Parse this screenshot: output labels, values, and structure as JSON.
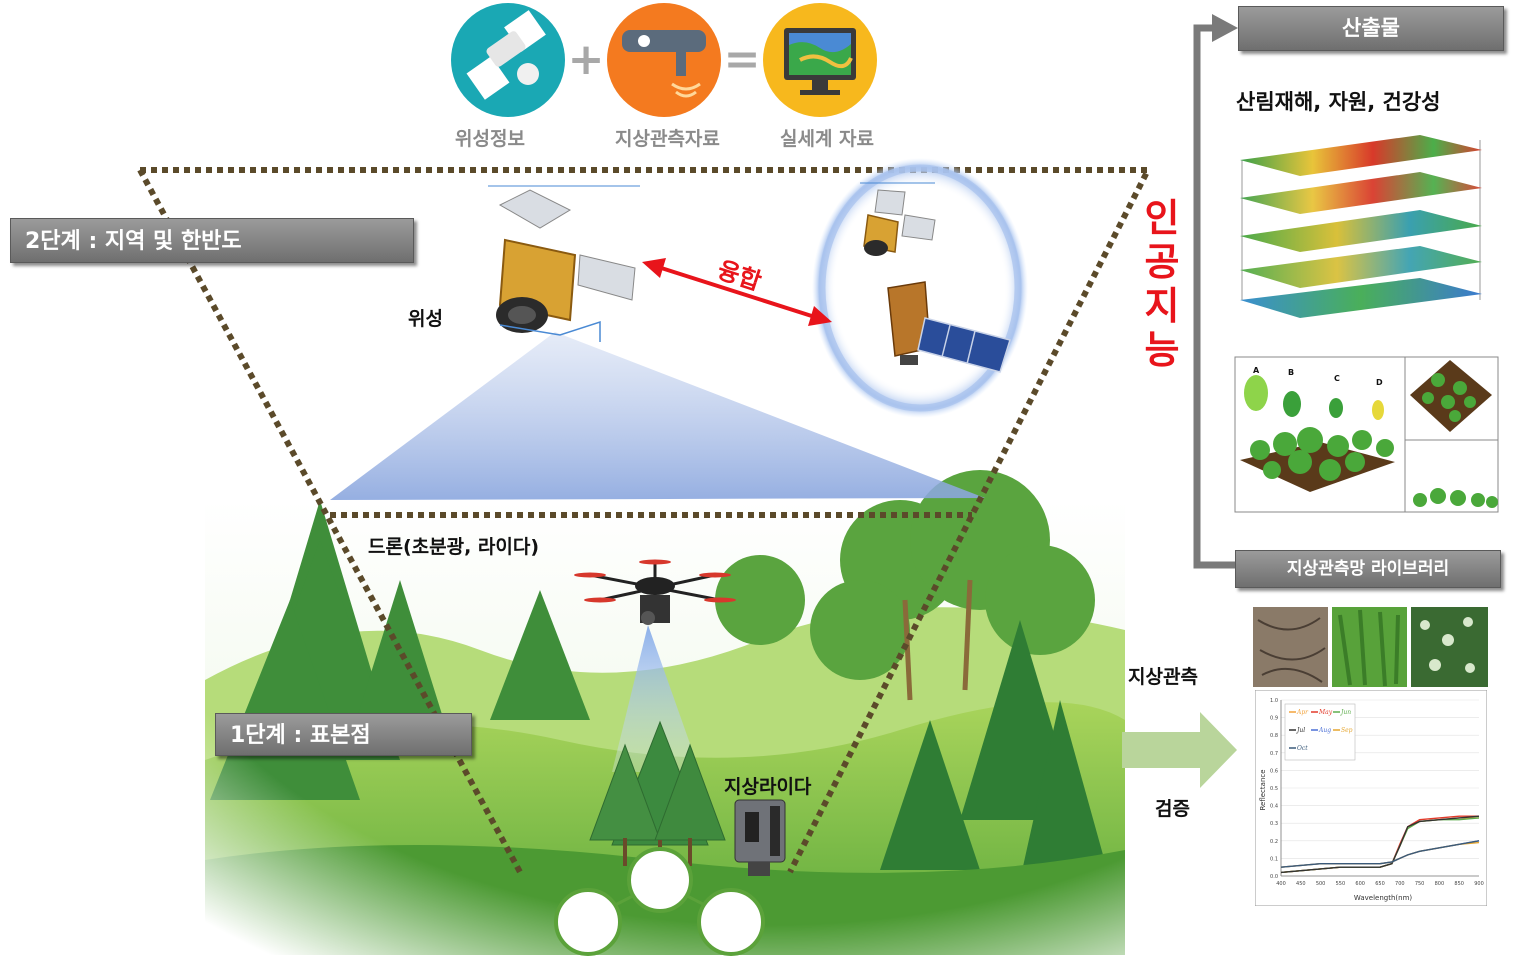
{
  "top_icons": [
    {
      "label": "위성정보",
      "icon": "satellite-icon",
      "color": "#1aa8b4"
    },
    {
      "label": "지상관측자료",
      "icon": "ground-sensor-icon",
      "color": "#f47a1f"
    },
    {
      "label": "실세계 자료",
      "icon": "monitor-map-icon",
      "color": "#f7b81d"
    }
  ],
  "operators": {
    "plus": "+",
    "equals": "="
  },
  "stage2": {
    "label": "2단계 : 지역 및 한반도"
  },
  "stage1": {
    "label": "1단계 : 표본점"
  },
  "satellite_label": "위성",
  "fusion_label": "융합",
  "drone_label": "드론(초분광, 라이다)",
  "ground_lidar_label": "지상라이다",
  "ai_label": [
    "인",
    "공",
    "지",
    "능"
  ],
  "output": {
    "title": "산출물",
    "subtitle": "산림재해, 자원, 건강성",
    "tree_labels": [
      "A",
      "B",
      "C",
      "D"
    ]
  },
  "library": {
    "label": "지상관측망 라이브러리"
  },
  "ground_obs_label": "지상관측",
  "verify_label": "검증",
  "colors": {
    "ai_red": "#e8141b",
    "box_gray": "#808080",
    "forest_green": "#6fb83a",
    "arrow_green": "#b9d59b"
  },
  "chart_data": {
    "type": "line",
    "xlabel": "Wavelength(nm)",
    "ylabel": "Reflectance",
    "xlim": [
      400,
      900
    ],
    "ylim": [
      0,
      1.0
    ],
    "x_ticks": [
      400,
      450,
      500,
      550,
      600,
      650,
      700,
      750,
      800,
      850,
      900
    ],
    "y_ticks": [
      0.0,
      0.1,
      0.2,
      0.3,
      0.4,
      0.5,
      0.6,
      0.7,
      0.8,
      0.9,
      1.0
    ],
    "legend_position": "top-left",
    "x": [
      400,
      450,
      500,
      550,
      600,
      650,
      680,
      700,
      720,
      750,
      800,
      850,
      900
    ],
    "series": [
      {
        "name": "Apr",
        "color": "#f2a23a",
        "values": [
          0.02,
          0.03,
          0.04,
          0.05,
          0.05,
          0.05,
          0.07,
          0.17,
          0.27,
          0.31,
          0.32,
          0.33,
          0.33
        ]
      },
      {
        "name": "May",
        "color": "#e23a2a",
        "values": [
          0.02,
          0.03,
          0.04,
          0.05,
          0.05,
          0.05,
          0.07,
          0.18,
          0.28,
          0.32,
          0.33,
          0.34,
          0.34
        ]
      },
      {
        "name": "Jun",
        "color": "#5fae4e",
        "values": [
          0.02,
          0.03,
          0.04,
          0.05,
          0.05,
          0.05,
          0.07,
          0.17,
          0.27,
          0.31,
          0.32,
          0.32,
          0.33
        ]
      },
      {
        "name": "Jul",
        "color": "#333333",
        "values": [
          0.02,
          0.03,
          0.04,
          0.05,
          0.05,
          0.05,
          0.07,
          0.17,
          0.28,
          0.31,
          0.32,
          0.33,
          0.34
        ]
      },
      {
        "name": "Aug",
        "color": "#4b6fd6",
        "values": [
          0.05,
          0.06,
          0.07,
          0.07,
          0.07,
          0.07,
          0.08,
          0.1,
          0.12,
          0.14,
          0.16,
          0.18,
          0.2
        ]
      },
      {
        "name": "Sep",
        "color": "#e6a62f",
        "values": [
          0.05,
          0.06,
          0.07,
          0.07,
          0.07,
          0.07,
          0.08,
          0.1,
          0.12,
          0.14,
          0.16,
          0.18,
          0.19
        ]
      },
      {
        "name": "Oct",
        "color": "#3a5a7a",
        "values": [
          0.05,
          0.06,
          0.07,
          0.07,
          0.07,
          0.07,
          0.08,
          0.1,
          0.12,
          0.14,
          0.16,
          0.18,
          0.2
        ]
      }
    ]
  }
}
